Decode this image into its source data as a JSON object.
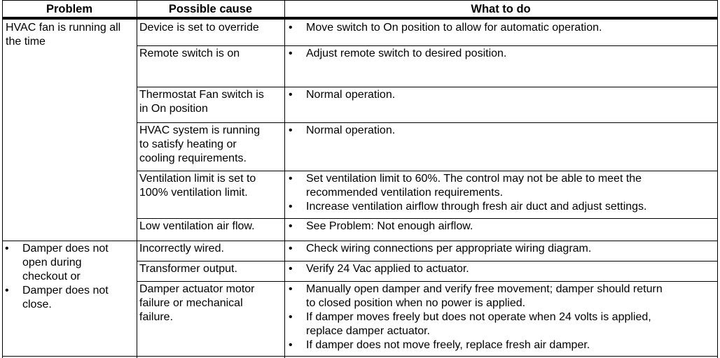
{
  "table": {
    "headers": [
      "Problem",
      "Possible cause",
      "What to do"
    ],
    "groups": [
      {
        "problem_text": [
          "HVAC fan is running all",
          "the time"
        ],
        "rows": [
          {
            "cause": [
              "Device is set to override"
            ],
            "actions": [
              [
                "Move switch to On position to allow for automatic operation."
              ]
            ]
          },
          {
            "cause": [
              "Remote switch is on"
            ],
            "actions": [
              [
                "Adjust remote switch to desired position."
              ]
            ]
          },
          {
            "cause": [
              "Thermostat Fan switch is",
              "in On position"
            ],
            "actions": [
              [
                "Normal operation."
              ]
            ]
          },
          {
            "cause": [
              "HVAC system is running",
              "to satisfy heating or",
              "cooling requirements."
            ],
            "actions": [
              [
                "Normal operation."
              ]
            ]
          },
          {
            "cause": [
              "Ventilation limit is set to",
              "100% ventilation limit."
            ],
            "actions": [
              [
                "Set ventilation limit to 60%. The control may not be able to meet the",
                "recommended ventilation requirements."
              ],
              [
                "Increase ventilation airflow through fresh air duct and adjust settings."
              ]
            ]
          },
          {
            "cause": [
              "Low ventilation air flow."
            ],
            "actions": [
              [
                "See Problem: Not enough airflow."
              ]
            ]
          }
        ]
      },
      {
        "problem_bullets": [
          [
            "Damper does not",
            "open during",
            "checkout or"
          ],
          [
            "Damper does not",
            "close."
          ]
        ],
        "rows": [
          {
            "cause": [
              "Incorrectly wired."
            ],
            "actions": [
              [
                "Check wiring connections per appropriate wiring diagram."
              ]
            ]
          },
          {
            "cause": [
              "Transformer output."
            ],
            "actions": [
              [
                "Verify 24 Vac applied to actuator."
              ]
            ]
          },
          {
            "cause": [
              "Damper actuator motor",
              "failure or mechanical",
              "failure."
            ],
            "actions": [
              [
                "Manually open damper and verify free movement; damper should return",
                "to closed position when no power is applied."
              ],
              [
                "If damper moves freely but does not operate when 24 volts is applied,",
                "replace damper actuator."
              ],
              [
                "If damper does not move freely, replace fresh air damper."
              ]
            ]
          }
        ]
      }
    ],
    "bullet_glyph": "•"
  }
}
